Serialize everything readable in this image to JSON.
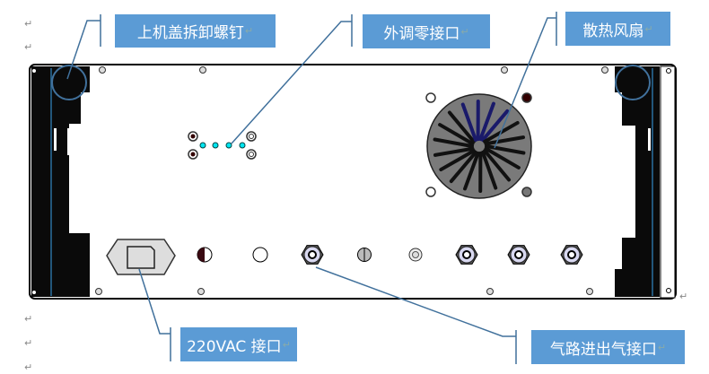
{
  "callouts": {
    "top_cover_screws": "上机盖拆卸螺钉",
    "external_zero_port": "外调零接口",
    "cooling_fan": "散热风扇",
    "power_port": "220VAC 接口",
    "gas_ports": "气路进出气接口"
  },
  "paragraph_mark": "↵",
  "colors": {
    "callout_bg": "#5b9bd5",
    "leader": "#41719c",
    "led": "#00e5f0"
  }
}
